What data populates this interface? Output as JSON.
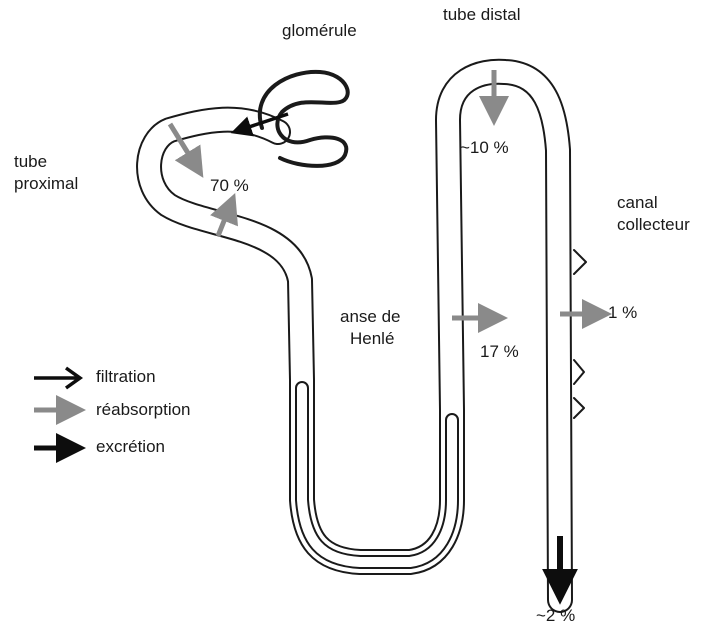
{
  "labels": {
    "glomerule": "glomérule",
    "tube_distal": "tube distal",
    "tube_proximal_line1": "tube",
    "tube_proximal_line2": "proximal",
    "canal_line1": "canal",
    "canal_line2": "collecteur",
    "anse_line1": "anse de",
    "anse_line2": "Henlé"
  },
  "percentages": {
    "proximal": "70 %",
    "distal": "~10 %",
    "henle": "17 %",
    "collecteur": "1 %",
    "excreted": "~2 %"
  },
  "legend": {
    "filtration": "filtration",
    "reabsorption": "réabsorption",
    "excretion": "excrétion"
  },
  "colors": {
    "outline": "#1a1a1a",
    "reabsorption_arrow": "#8a8a8a",
    "black_arrow": "#0d0d0d"
  }
}
